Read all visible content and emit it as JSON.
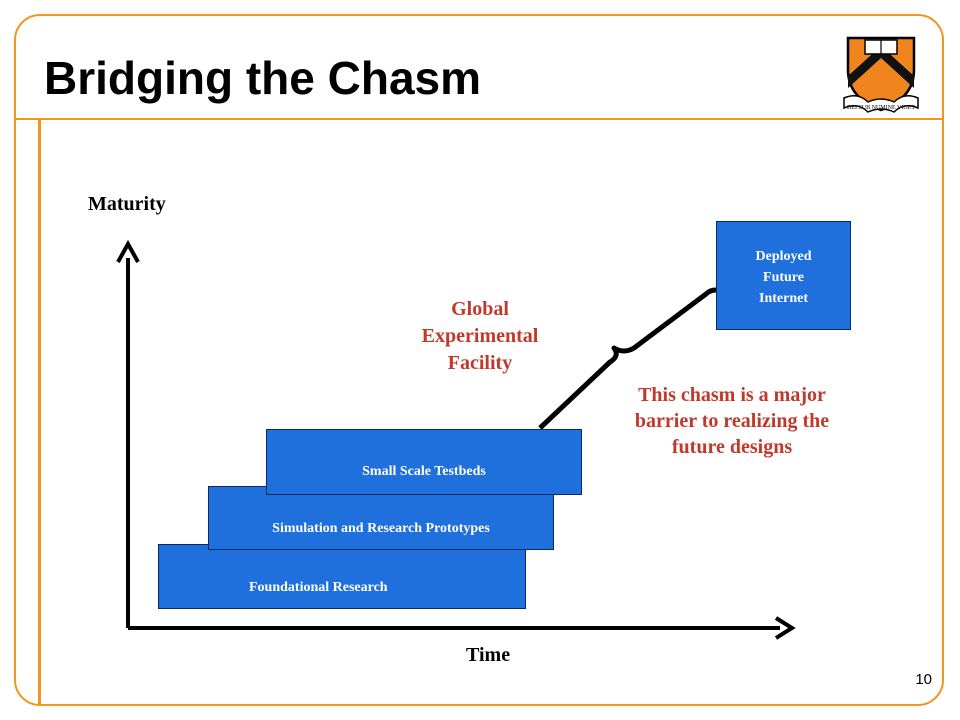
{
  "slide": {
    "title": "Bridging the Chasm",
    "page_number": "10",
    "logo_text": "DEI SUB NUMINE VIGET"
  },
  "diagram": {
    "y_axis_label": "Maturity",
    "x_axis_label": "Time",
    "stages": [
      {
        "label": "Foundational Research"
      },
      {
        "label": "Simulation and Research Prototypes"
      },
      {
        "label": "Small Scale Testbeds"
      }
    ],
    "target": {
      "lines": [
        "Deployed",
        "Future",
        "Internet"
      ]
    },
    "facility_lines": [
      "Global",
      "Experimental",
      "Facility"
    ],
    "chasm_note_lines": [
      "This chasm is a major",
      "barrier to realizing the",
      "future designs"
    ]
  },
  "colors": {
    "frame": "#f0961e",
    "box_fill": "#1f6fdc",
    "accent_text": "#c0392b",
    "shield": "#f0841e"
  }
}
